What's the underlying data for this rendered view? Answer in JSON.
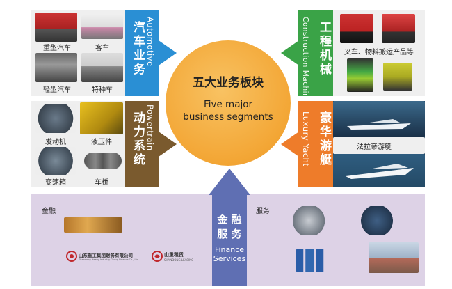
{
  "center": {
    "title_cn": "五大业务板块",
    "title_en_line1": "Five major",
    "title_en_line2": "business segments"
  },
  "automotive": {
    "title_cn": "汽车业务",
    "title_en": "Automotive",
    "items": [
      "重型汽车",
      "客车",
      "轻型汽车",
      "特种车"
    ],
    "color": "#2a8fd4"
  },
  "construction": {
    "title_cn": "工程机械",
    "title_en": "Construction Machinery",
    "items": [
      "叉车、物料搬运产品等"
    ],
    "color": "#3aa347"
  },
  "powertrain": {
    "title_cn": "动力系统",
    "title_en": "Powertrain",
    "items": [
      "发动机",
      "液压件",
      "变速箱",
      "车桥"
    ],
    "color": "#7a5a2e"
  },
  "yacht": {
    "title_cn": "豪华游艇",
    "title_en": "Luxury Yacht",
    "items": [
      "法拉帝游艇"
    ],
    "color": "#ee7c2a"
  },
  "finance": {
    "title_cn_line1": "金 融",
    "title_cn_line2": "服 务",
    "title_en_line1": "Finance",
    "title_en_line2": "Services",
    "left_label": "金融",
    "right_label": "服务",
    "logo1_text": "山东重工集团财务有限公司",
    "logo1_sub": "Shandong Heavy Industry Group Finance Co., Ltd.",
    "logo2_text": "山重租赁",
    "logo2_sub": "SHANDONG LEASING",
    "color": "#5f6fb3"
  }
}
